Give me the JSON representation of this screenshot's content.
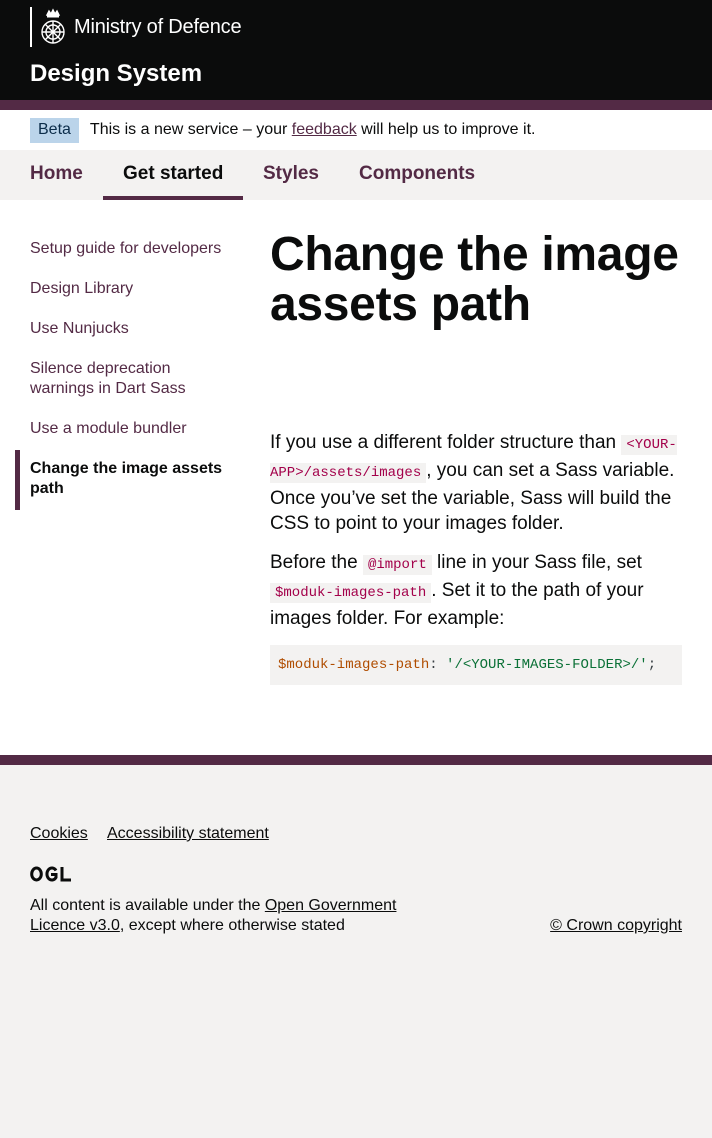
{
  "header": {
    "org_name": "Ministry of Defence",
    "service_name": "Design System"
  },
  "phase_banner": {
    "tag": "Beta",
    "text_before": "This is a new service – your",
    "link": "feedback",
    "text_after": "will help us to improve it."
  },
  "nav": {
    "items": [
      {
        "label": "Home"
      },
      {
        "label": "Get started",
        "active": true
      },
      {
        "label": "Styles"
      },
      {
        "label": "Components"
      }
    ]
  },
  "sidebar": {
    "items": [
      {
        "label": "Setup guide for developers"
      },
      {
        "label": "Design Library"
      },
      {
        "label": "Use Nunjucks"
      },
      {
        "label": "Silence deprecation warnings in Dart Sass"
      },
      {
        "label": "Use a module bundler"
      },
      {
        "label": "Change the image assets path",
        "current": true
      }
    ]
  },
  "main": {
    "title": "Change the image assets path",
    "p1_before": "If you use a different folder structure than",
    "p1_code": "<YOUR-APP>/assets/images",
    "p1_after": ", you can set a Sass variable. Once you’ve set the variable, Sass will build the CSS to point to your images folder.",
    "p2_before": "Before the",
    "p2_code1": "@import",
    "p2_middle": "line in your Sass file, set",
    "p2_code2": "$moduk-images-path",
    "p2_after": ". Set it to the path of your images folder. For example:",
    "code_var": "$moduk-images-path",
    "code_colon": ":",
    "code_str": "'/<YOUR-IMAGES-FOLDER>/'",
    "code_semi": ";"
  },
  "footer": {
    "links": [
      "Cookies",
      "Accessibility statement"
    ],
    "licence_before": "All content is available under the",
    "licence_link": "Open Government Licence v3.0",
    "licence_after": ", except where otherwise stated",
    "copyright": "© Crown copyright"
  },
  "colors": {
    "brand": "#532a45",
    "header_bg": "#0b0c0c",
    "beta_tag_bg": "#bbd4ea"
  }
}
